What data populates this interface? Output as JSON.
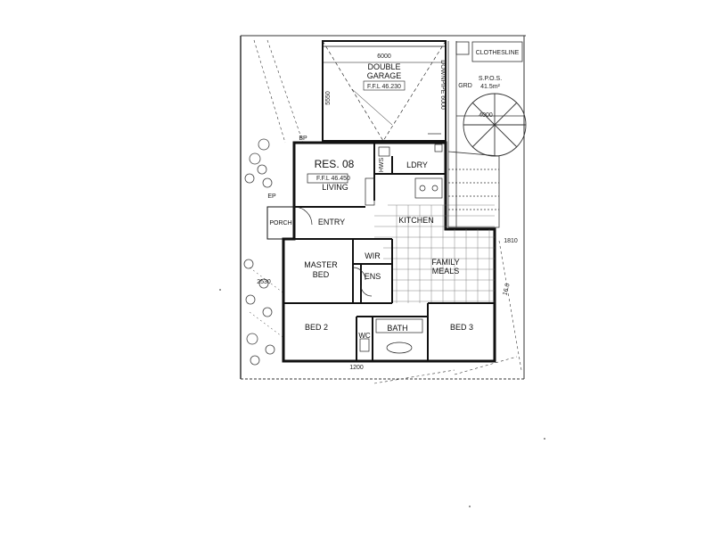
{
  "garage": {
    "name_line1": "DOUBLE",
    "name_line2": "GARAGE",
    "level": "F.F.L 46.230",
    "width_dim": "6000",
    "depth_dim": "5550",
    "side_note": "DOWNPIPE 6000"
  },
  "clothesline": "CLOTHESLINE",
  "spos": {
    "title": "S.P.O.S.",
    "area": "41.5m²",
    "dim": "4000"
  },
  "residence": {
    "code": "RES. 08",
    "level": "F.F.L 46.450"
  },
  "rooms": {
    "living": "LIVING",
    "ldry": "LDRY",
    "entry": "ENTRY",
    "porch": "PORCH",
    "kitchen": "KITCHEN",
    "family": "FAMILY",
    "meals": "MEALS",
    "master_bed_line1": "MASTER",
    "master_bed_line2": "BED",
    "wir": "WIR",
    "ens": "ENS",
    "bed2": "BED 2",
    "bed3": "BED 3",
    "wc": "WC",
    "bath": "BATH"
  },
  "dims": {
    "left_side": "2530",
    "right_side": "1810",
    "right_diag": "16.0",
    "bottom": "1200"
  },
  "markers": {
    "hws": "HWS",
    "ep": "EP",
    "bp": "BP",
    "grd": "GRD"
  }
}
